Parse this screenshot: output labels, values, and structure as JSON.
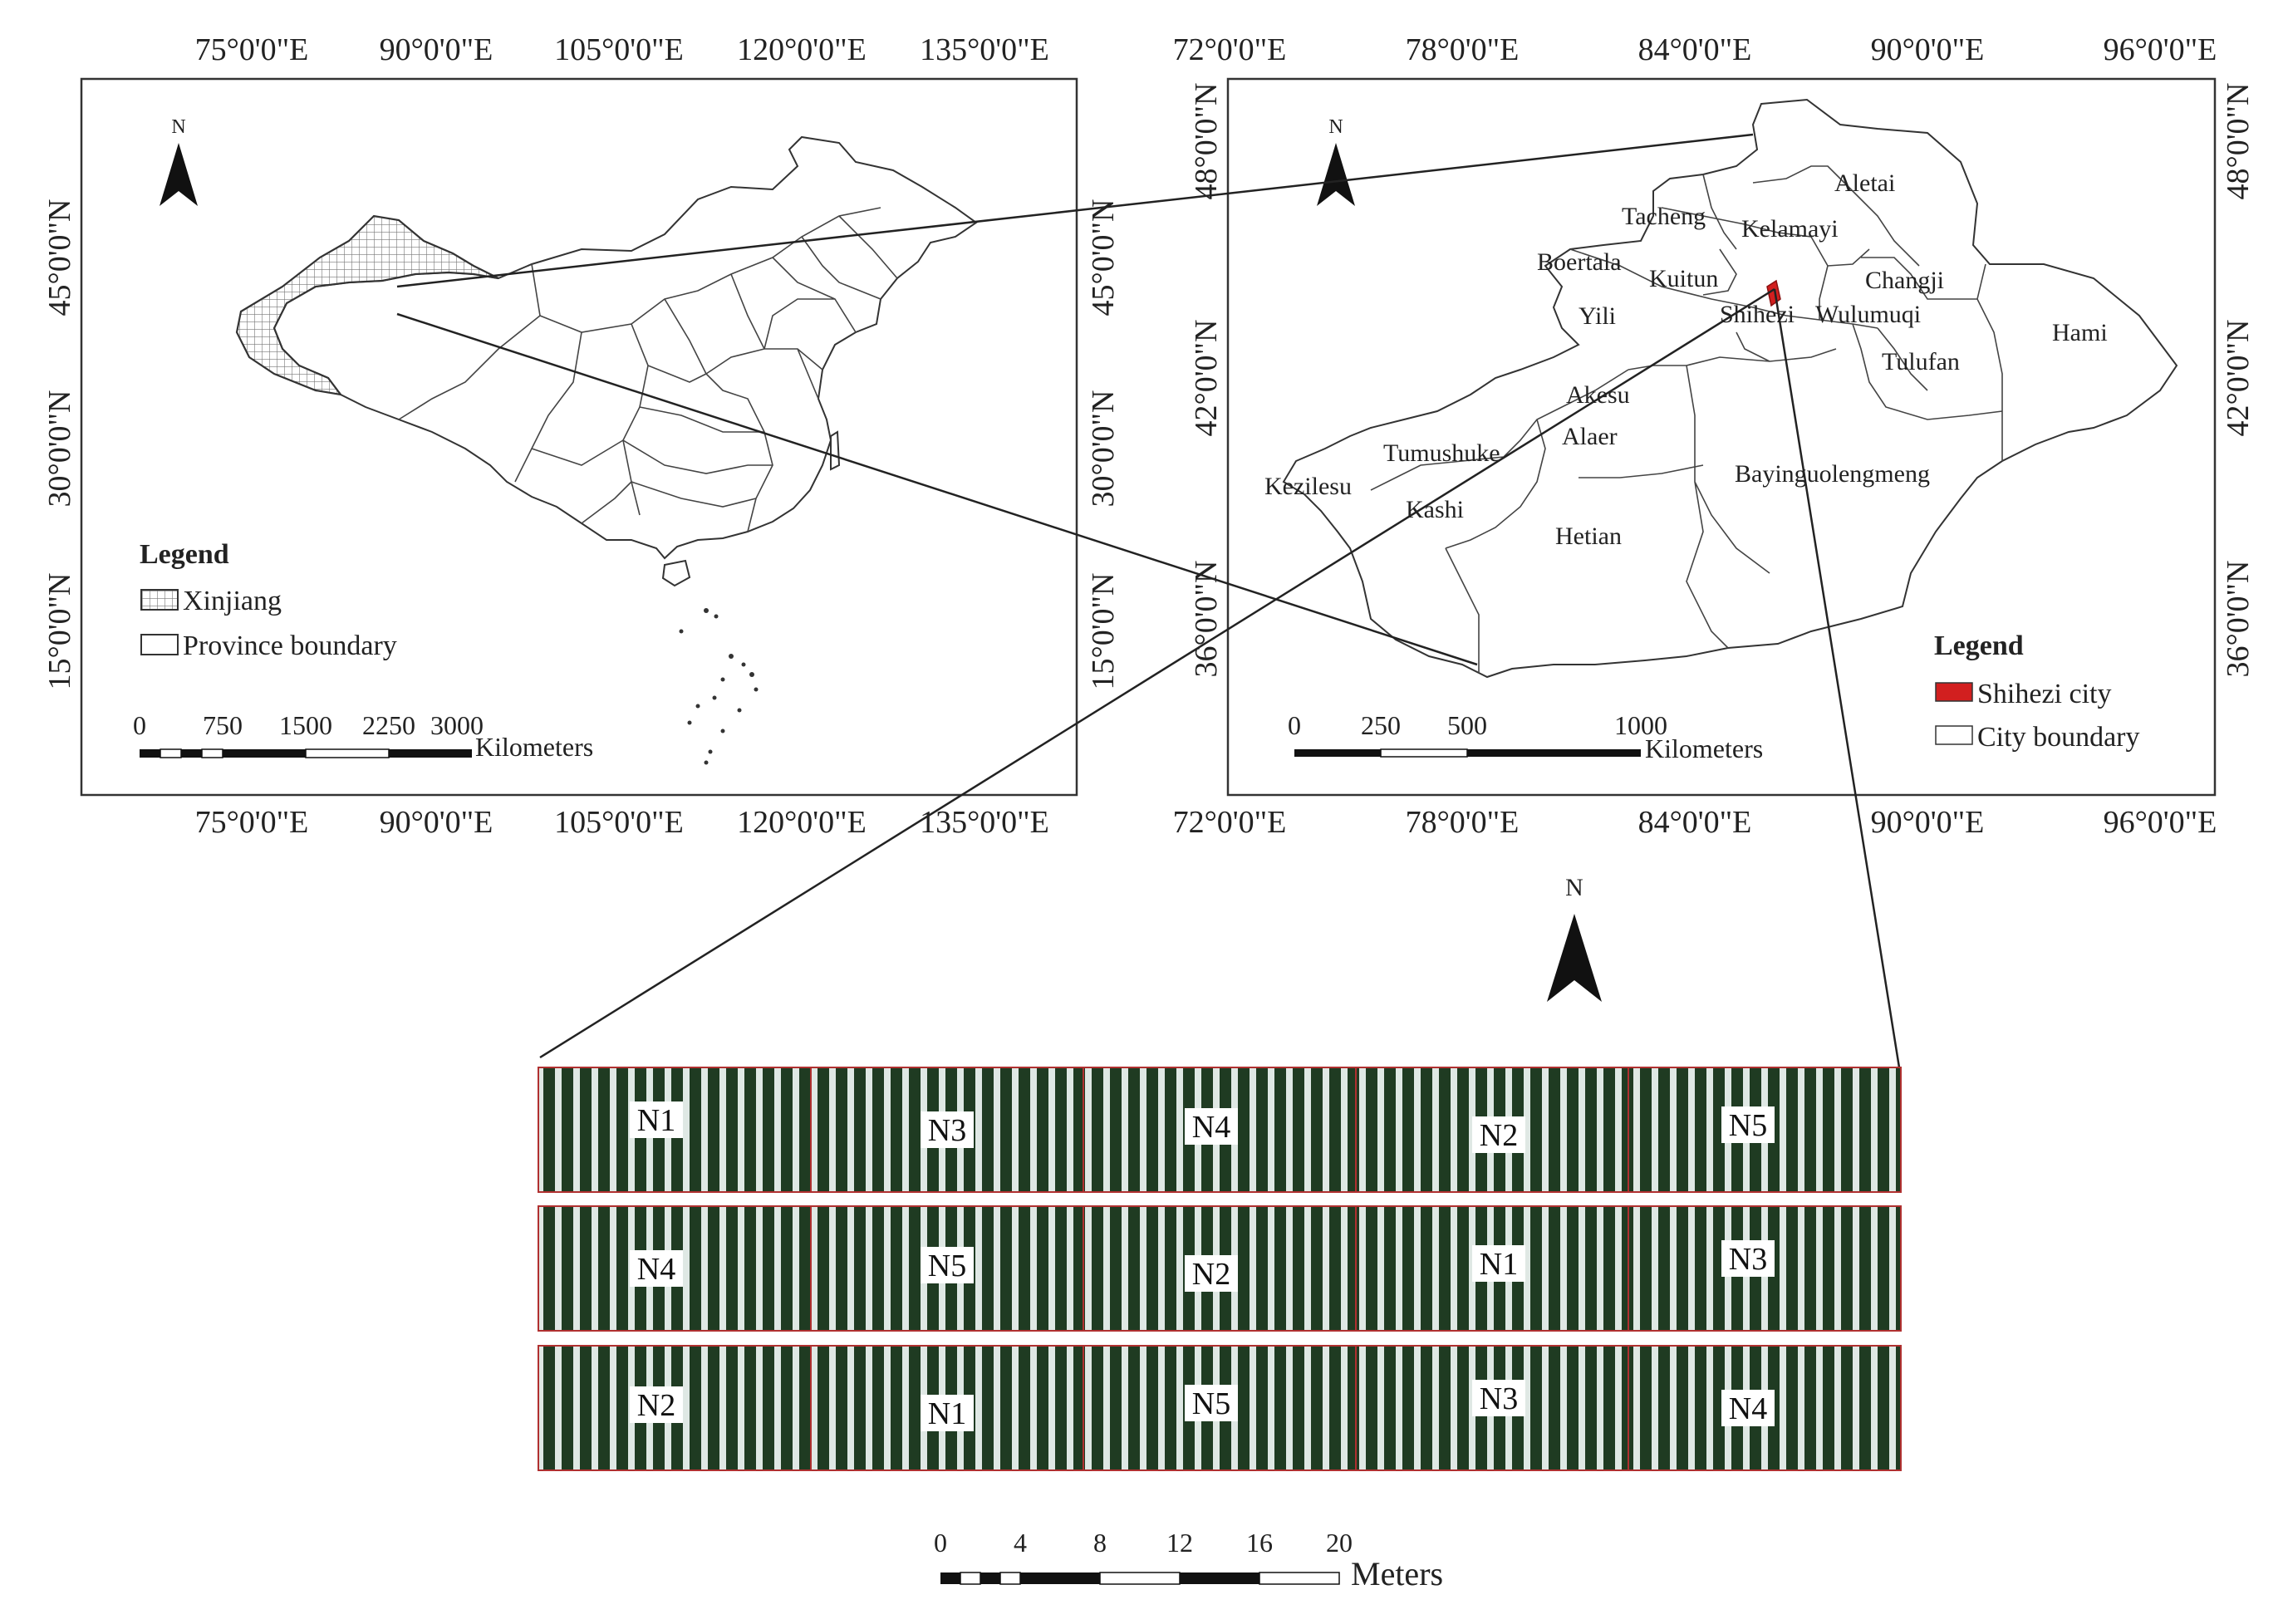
{
  "colors": {
    "shihezi": "#d21f1f",
    "plot_dark": "#1f3b22",
    "plot_light": "#dfe8e4",
    "plot_border": "#b03030"
  },
  "map_china": {
    "top_lon_labels": [
      "75°0'0\"E",
      "90°0'0\"E",
      "105°0'0\"E",
      "120°0'0\"E",
      "135°0'0\"E"
    ],
    "bottom_lon_labels": [
      "75°0'0\"E",
      "90°0'0\"E",
      "105°0'0\"E",
      "120°0'0\"E",
      "135°0'0\"E"
    ],
    "left_lat_labels": [
      "45°0'0\"N",
      "30°0'0\"N",
      "15°0'0\"N"
    ],
    "right_lat_labels": [
      "45°0'0\"N",
      "30°0'0\"N",
      "15°0'0\"N"
    ],
    "north": "N",
    "legend": {
      "title": "Legend",
      "items": [
        "Xinjiang",
        "Province boundary"
      ]
    },
    "scale": {
      "ticks": [
        "0",
        "750",
        "1500",
        "2250",
        "3000"
      ],
      "unit": "Kilometers"
    }
  },
  "map_xinjiang": {
    "top_lon_labels": [
      "72°0'0\"E",
      "78°0'0\"E",
      "84°0'0\"E",
      "90°0'0\"E",
      "96°0'0\"E"
    ],
    "bottom_lon_labels": [
      "72°0'0\"E",
      "78°0'0\"E",
      "84°0'0\"E",
      "90°0'0\"E",
      "96°0'0\"E"
    ],
    "left_lat_labels": [
      "48°0'0\"N",
      "42°0'0\"N",
      "36°0'0\"N"
    ],
    "right_lat_labels": [
      "48°0'0\"N",
      "42°0'0\"N",
      "36°0'0\"N"
    ],
    "north": "N",
    "cities": [
      "Aletai",
      "Tacheng",
      "Kelamayi",
      "Boertala",
      "Kuitun",
      "Changji",
      "Shihezi",
      "Wulumuqi",
      "Yili",
      "Hami",
      "Tulufan",
      "Akesu",
      "Alaer",
      "Tumushuke",
      "Kezilesu",
      "Kashi",
      "Bayinguolengmeng",
      "Hetian"
    ],
    "legend": {
      "title": "Legend",
      "items": [
        "Shihezi city",
        "City boundary"
      ]
    },
    "scale": {
      "ticks": [
        "0",
        "250",
        "500",
        "1000"
      ],
      "unit": "Kilometers"
    }
  },
  "plots": {
    "north": "N",
    "rows": [
      [
        "N1",
        "N3",
        "N4",
        "N2",
        "N5"
      ],
      [
        "N4",
        "N5",
        "N2",
        "N1",
        "N3"
      ],
      [
        "N2",
        "N1",
        "N5",
        "N3",
        "N4"
      ]
    ],
    "scale": {
      "ticks": [
        "0",
        "4",
        "8",
        "12",
        "16",
        "20"
      ],
      "unit": "Meters"
    }
  }
}
